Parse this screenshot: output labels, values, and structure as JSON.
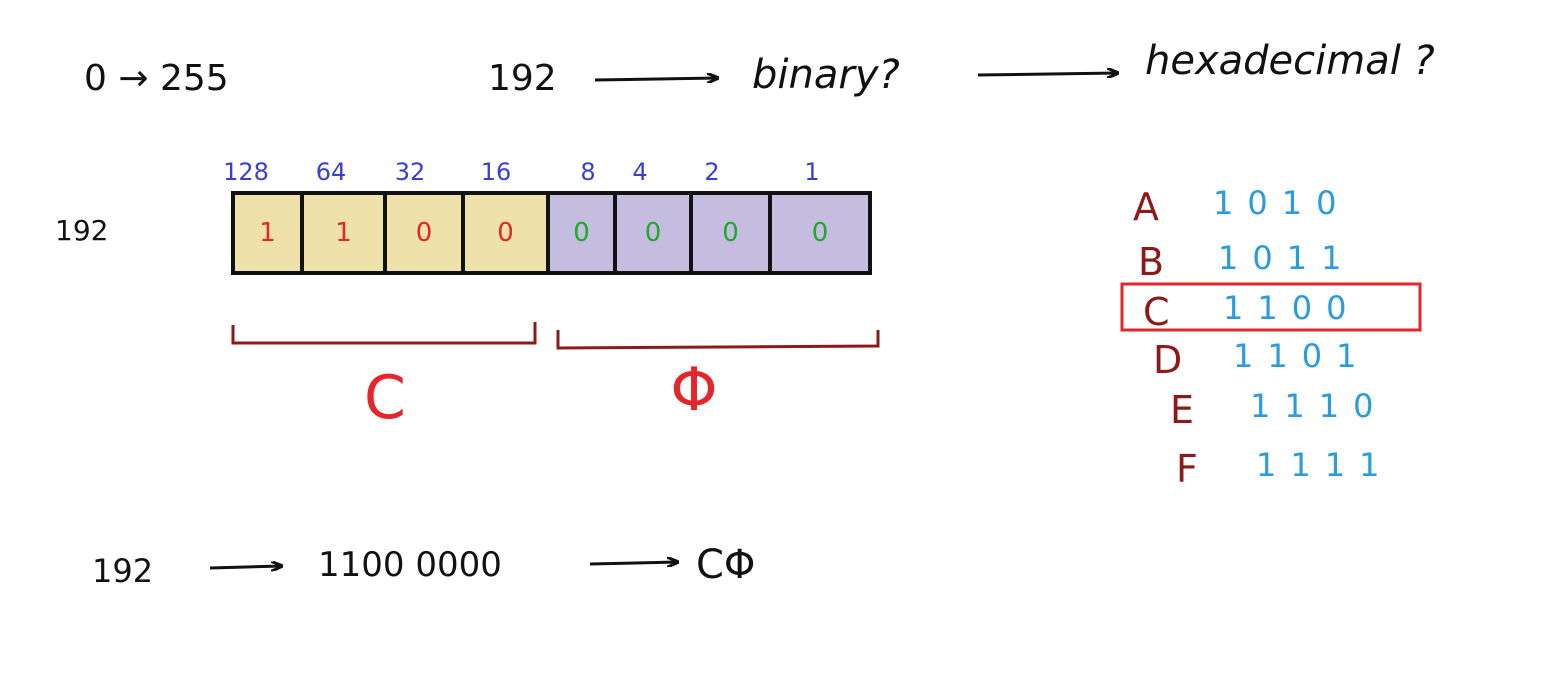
{
  "header": {
    "range": "0 → 255",
    "number": "192",
    "to_binary": "binary?",
    "to_hex": "hexadecimal ?"
  },
  "row_label": "192",
  "place_values": [
    "128",
    "64",
    "32",
    "16",
    "8",
    "4",
    "2",
    "1"
  ],
  "bits": [
    "1",
    "1",
    "0",
    "0",
    "0",
    "0",
    "0",
    "0"
  ],
  "nibble_labels": {
    "high": "C",
    "low": "Φ"
  },
  "hex_table": [
    {
      "letter": "A",
      "binary": "1010",
      "highlighted": false
    },
    {
      "letter": "B",
      "binary": "1011",
      "highlighted": false
    },
    {
      "letter": "C",
      "binary": "1100",
      "highlighted": true
    },
    {
      "letter": "D",
      "binary": "1101",
      "highlighted": false
    },
    {
      "letter": "E",
      "binary": "1110",
      "highlighted": false
    },
    {
      "letter": "F",
      "binary": "1111",
      "highlighted": false
    }
  ],
  "summary": {
    "decimal": "192",
    "binary": "1100 0000",
    "hex": "CΦ"
  },
  "colors": {
    "ink": "#111111",
    "place_values": "#3a3fd0",
    "high_bits": "#e2262a",
    "low_bits": "#1faa2a",
    "high_cell_fill": "#efe1aa",
    "low_cell_fill": "#c4bde0",
    "brace": "#8b1a1a",
    "nibble_label": "#e2262a",
    "hex_letter": "#8b1a1a",
    "hex_binary": "#2b9be0",
    "highlight_box": "#e2262a"
  }
}
